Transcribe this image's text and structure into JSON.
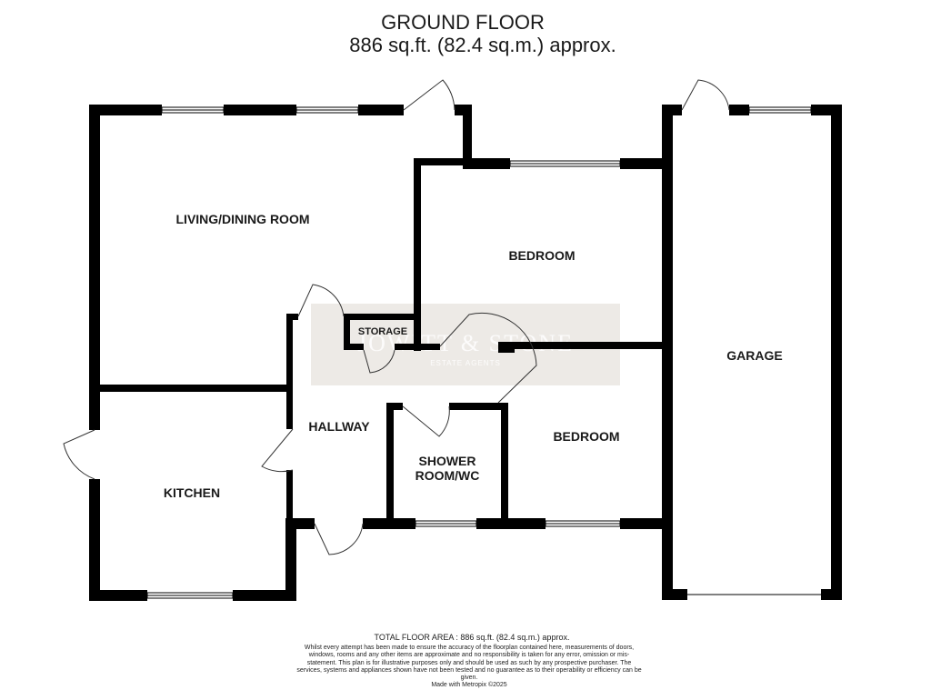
{
  "header": {
    "title": "GROUND FLOOR",
    "area": "886 sq.ft. (82.4 sq.m.) approx."
  },
  "rooms": {
    "living": "LIVING/DINING ROOM",
    "bedroom1": "BEDROOM",
    "bedroom2": "BEDROOM",
    "garage": "GARAGE",
    "storage": "STORAGE",
    "hallway": "HALLWAY",
    "shower_line1": "SHOWER",
    "shower_line2": "ROOM/WC",
    "kitchen": "KITCHEN"
  },
  "watermark": {
    "brand": "JOWITT & STONE",
    "sub": "ESTATE AGENTS"
  },
  "footer": {
    "total": "TOTAL FLOOR AREA : 886 sq.ft. (82.4 sq.m.) approx.",
    "disclaimer": "Whilst every attempt has been made to ensure the accuracy of the floorplan contained here, measurements of doors, windows, rooms and any other items are approximate and no responsibility is taken for any error, omission or mis-statement. This plan is for illustrative purposes only and should be used as such by any prospective purchaser. The services, systems and appliances shown have not been tested and no guarantee as to their operability or efficiency can be given.",
    "made_with": "Made with Metropix ©2025"
  }
}
